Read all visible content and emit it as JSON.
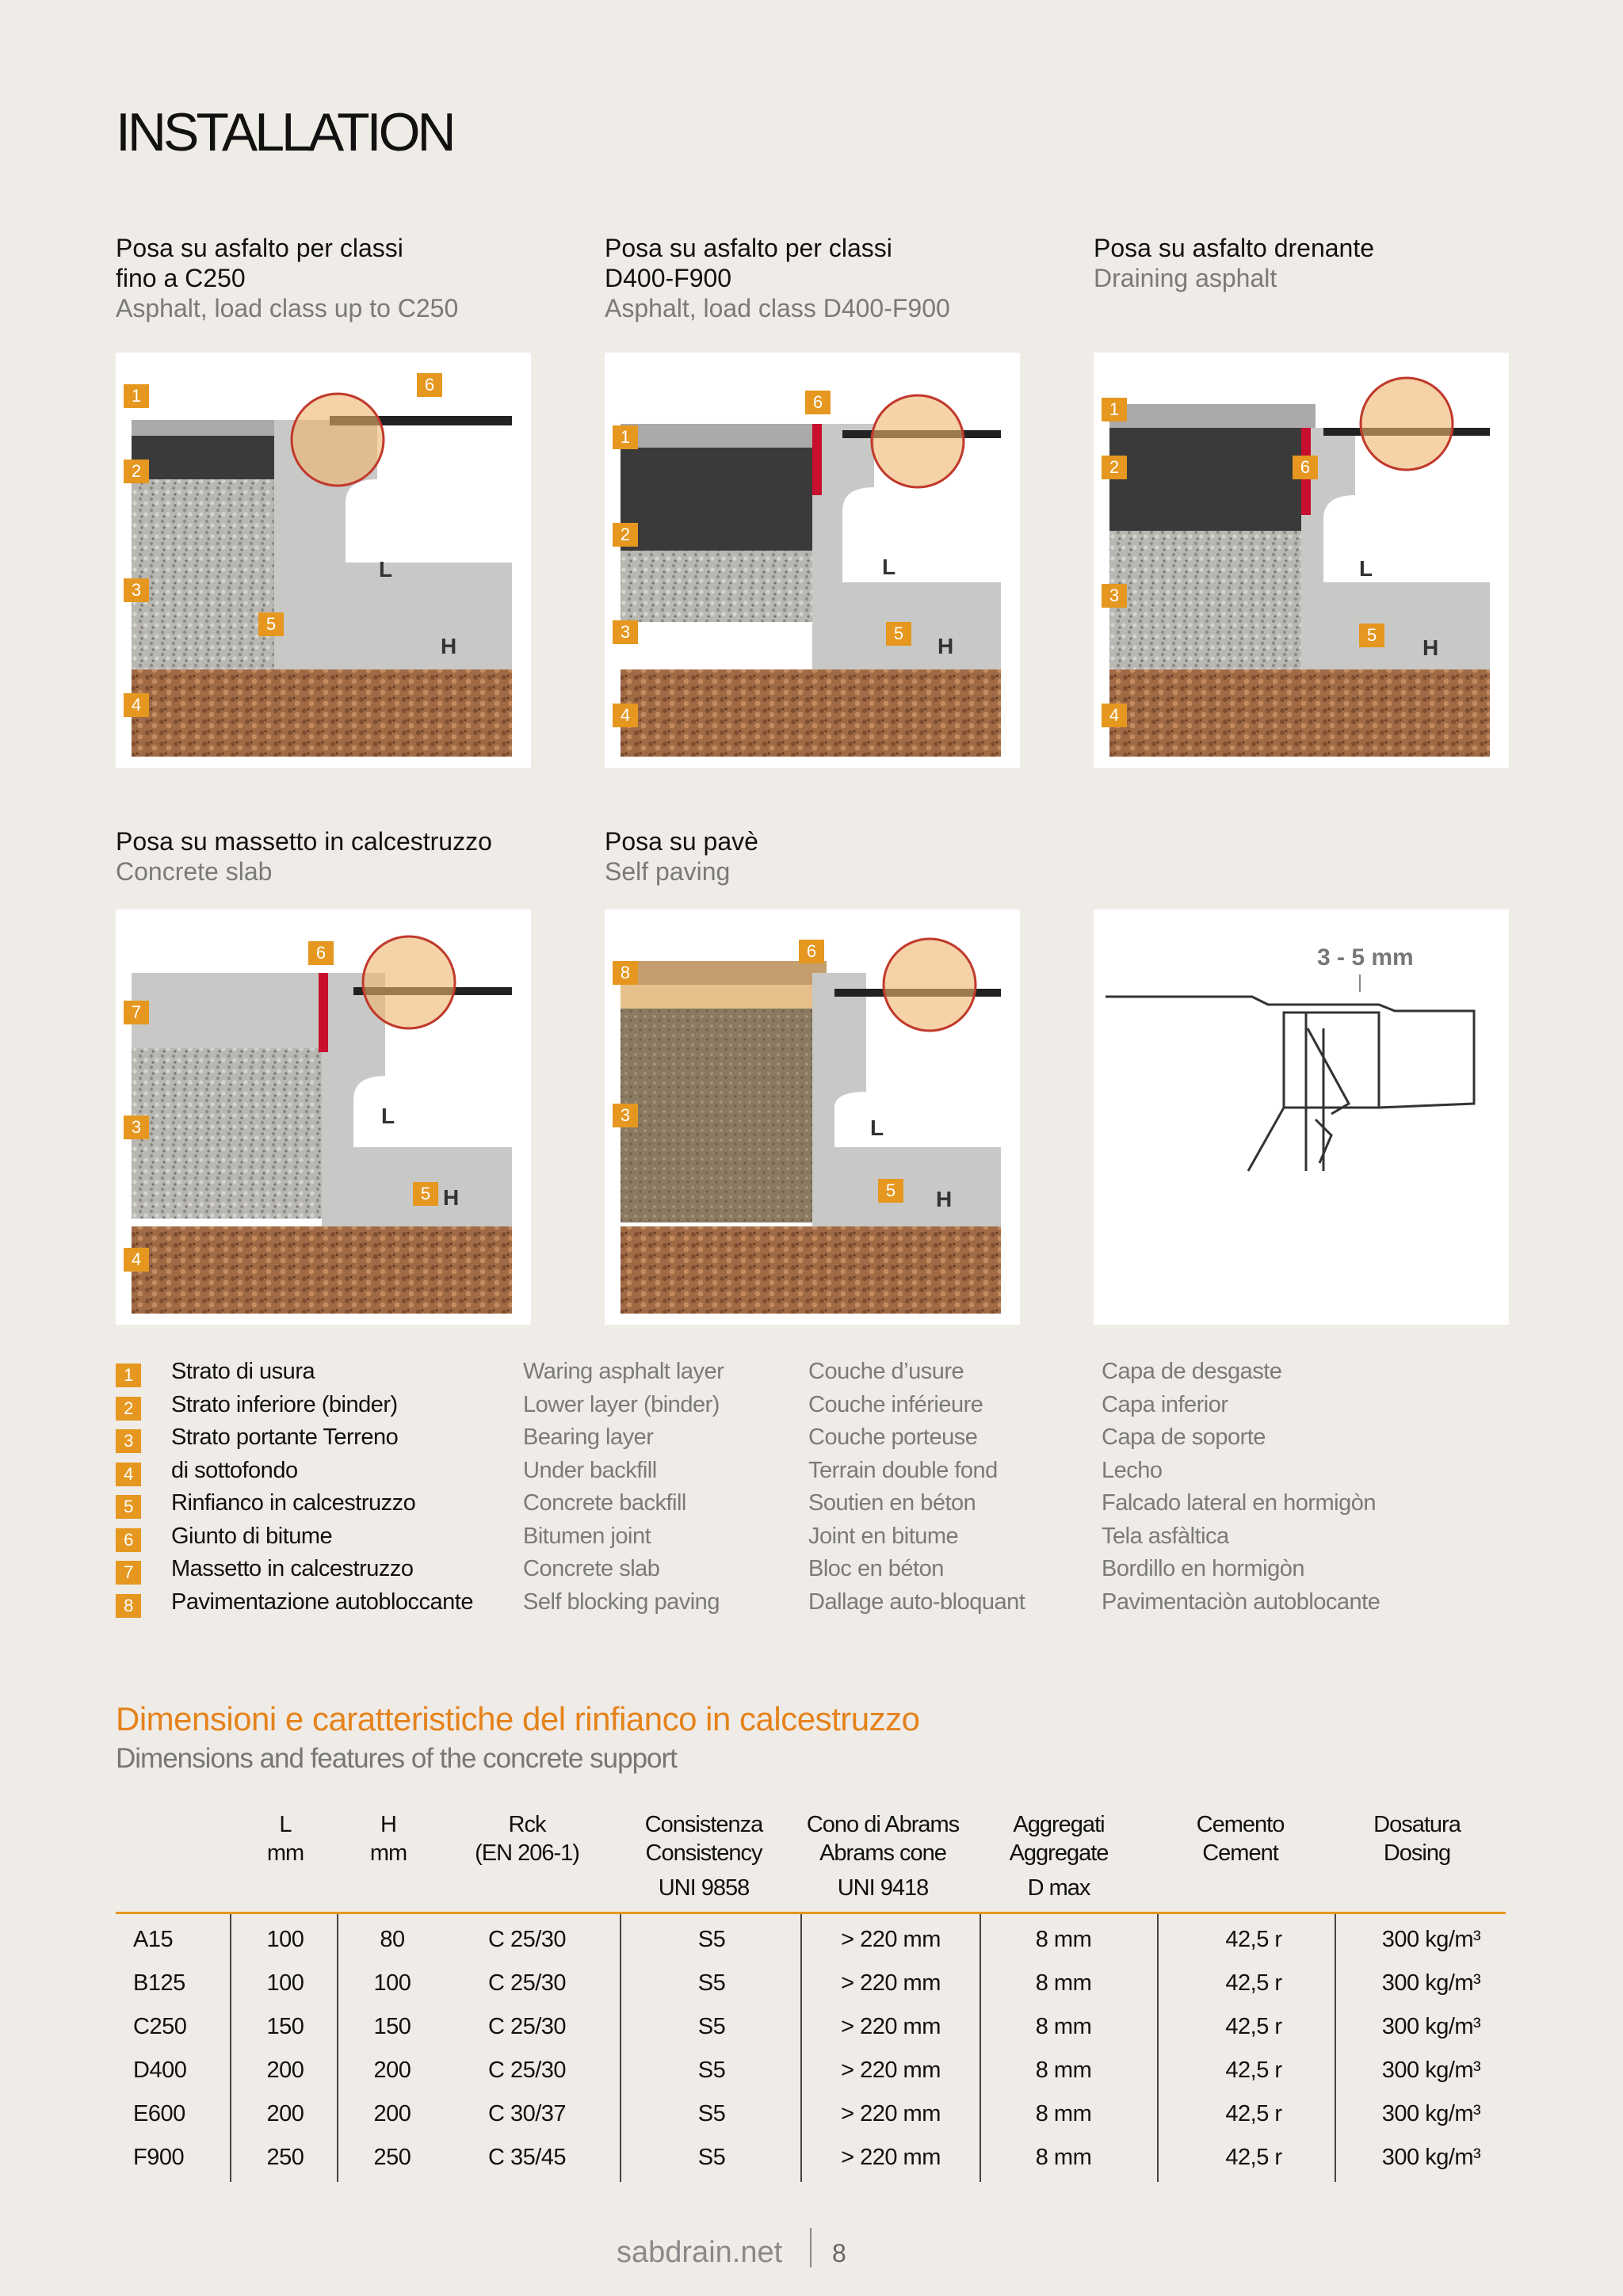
{
  "title": "INSTALLATION",
  "diagrams": [
    {
      "it": "Posa su asfalto per classi\nfino a C250",
      "en": "Asphalt, load class up to C250",
      "badges": [
        "1",
        "2",
        "3",
        "4",
        "5",
        "6"
      ]
    },
    {
      "it": "Posa su asfalto per classi\nD400-F900",
      "en": "Asphalt, load class D400-F900",
      "badges": [
        "1",
        "2",
        "3",
        "4",
        "5",
        "6"
      ]
    },
    {
      "it": "Posa su asfalto drenante",
      "en": "Draining asphalt",
      "badges": [
        "1",
        "2",
        "3",
        "4",
        "5",
        "6"
      ]
    },
    {
      "it": "Posa su massetto in calcestruzzo",
      "en": "Concrete slab",
      "badges": [
        "6",
        "7",
        "3",
        "4",
        "5"
      ]
    },
    {
      "it": "Posa su pavè",
      "en": "Self paving",
      "badges": [
        "8",
        "6",
        "3",
        "5"
      ]
    }
  ],
  "dim_labels": {
    "L": "L",
    "H": "H"
  },
  "detail": {
    "label": "3 - 5 mm"
  },
  "legend": [
    {
      "n": "1",
      "it": "Strato di usura",
      "en": "Waring  asphalt  layer",
      "fr": "Couche d’usure",
      "es": "Capa de desgaste"
    },
    {
      "n": "2",
      "it": "Strato inferiore (binder)",
      "en": "Lower  layer  (binder)",
      "fr": "Couche inférieure",
      "es": "Capa inferior"
    },
    {
      "n": "3",
      "it": "Strato portante  Terreno",
      "en": "Bearing layer",
      "fr": "Couche porteuse",
      "es": "Capa de soporte"
    },
    {
      "n": "4",
      "it": "di sottofondo",
      "en": "Under backfill",
      "fr": "Terrain double fond",
      "es": "Lecho"
    },
    {
      "n": "5",
      "it": "Rinfianco in calcestruzzo",
      "en": "Concrete backfill",
      "fr": "Soutien en béton",
      "es": "Falcado lateral en hormigòn"
    },
    {
      "n": "6",
      "it": "Giunto di bitume",
      "en": "Bitumen joint",
      "fr": "Joint en bitume",
      "es": "Tela asfàltica"
    },
    {
      "n": "7",
      "it": "Massetto in calcestruzzo",
      "en": "Concrete slab",
      "fr": "Bloc en béton",
      "es": "Bordillo en hormigòn"
    },
    {
      "n": "8",
      "it": "Pavimentazione autobloccante",
      "en": "Self blocking paving",
      "fr": "Dallage auto-bloquant",
      "es": "Pavimentaciòn autoblocante"
    }
  ],
  "dimensions": {
    "title": "Dimensioni e caratteristiche del rinfianco in calcestruzzo",
    "subtitle": "Dimensions and features of the concrete  support",
    "headers": [
      [
        "L",
        "mm",
        ""
      ],
      [
        "H",
        "mm",
        ""
      ],
      [
        "Rck",
        "(EN 206-1)",
        ""
      ],
      [
        "Consistenza",
        "Consistency",
        "UNI 9858"
      ],
      [
        "Cono di Abrams",
        "Abrams cone",
        "UNI 9418"
      ],
      [
        "Aggregati",
        "Aggregate",
        "D max"
      ],
      [
        "Cemento",
        "Cement",
        ""
      ],
      [
        "Dosatura",
        "Dosing",
        ""
      ]
    ],
    "rows": [
      [
        "A15",
        "100",
        "80",
        "C 25/30",
        "S5",
        "> 220 mm",
        "8 mm",
        "42,5 r",
        "300 kg/m³"
      ],
      [
        "B125",
        "100",
        "100",
        "C 25/30",
        "S5",
        "> 220 mm",
        "8 mm",
        "42,5 r",
        "300 kg/m³"
      ],
      [
        "C250",
        "150",
        "150",
        "C 25/30",
        "S5",
        "> 220 mm",
        "8 mm",
        "42,5 r",
        "300 kg/m³"
      ],
      [
        "D400",
        "200",
        "200",
        "C 25/30",
        "S5",
        "> 220 mm",
        "8 mm",
        "42,5 r",
        "300 kg/m³"
      ],
      [
        "E600",
        "200",
        "200",
        "C 30/37",
        "S5",
        "> 220 mm",
        "8 mm",
        "42,5 r",
        "300 kg/m³"
      ],
      [
        "F900",
        "250",
        "250",
        "C 35/45",
        "S5",
        "> 220 mm",
        "8 mm",
        "42,5 r",
        "300 kg/m³"
      ]
    ]
  },
  "footer": {
    "site": "sabdrain.net",
    "page": "8"
  },
  "colors": {
    "accent": "#e5971f",
    "title_orange": "#e5821a",
    "background": "#efebe7"
  }
}
